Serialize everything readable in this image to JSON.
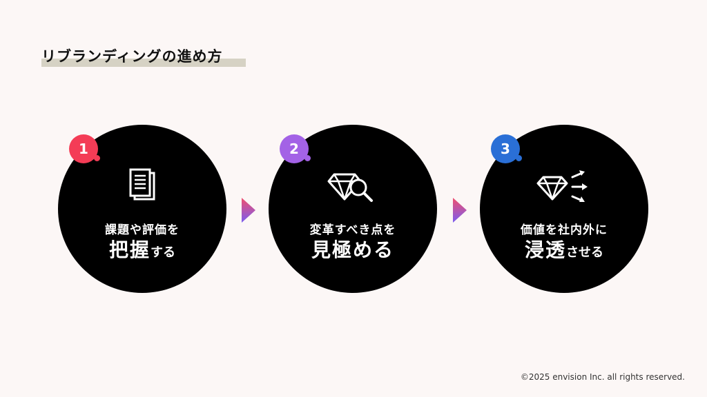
{
  "title": "リブランディングの進め方",
  "steps": [
    {
      "number": "1",
      "line1": "課題や評価を",
      "line2_big": "把握",
      "line2_small": "する",
      "badge_color": "#f43c56",
      "icon": "document-icon"
    },
    {
      "number": "2",
      "line1": "変革すべき点を",
      "line2_big": "見極める",
      "line2_small": "",
      "badge_color": "#a362e6",
      "icon": "diamond-search-icon"
    },
    {
      "number": "3",
      "line1": "価値を社内外に",
      "line2_big": "浸透",
      "line2_small": "させる",
      "badge_color": "#2a6fd6",
      "icon": "diamond-arrows-icon"
    }
  ],
  "copyright": "©2025 envision Inc. all rights reserved.",
  "colors": {
    "background": "#fcf7f6",
    "circle": "#000000",
    "title_underline": "#d6d2c4",
    "arrow_gradient": [
      "#f0506e",
      "#7a5cf0"
    ]
  }
}
